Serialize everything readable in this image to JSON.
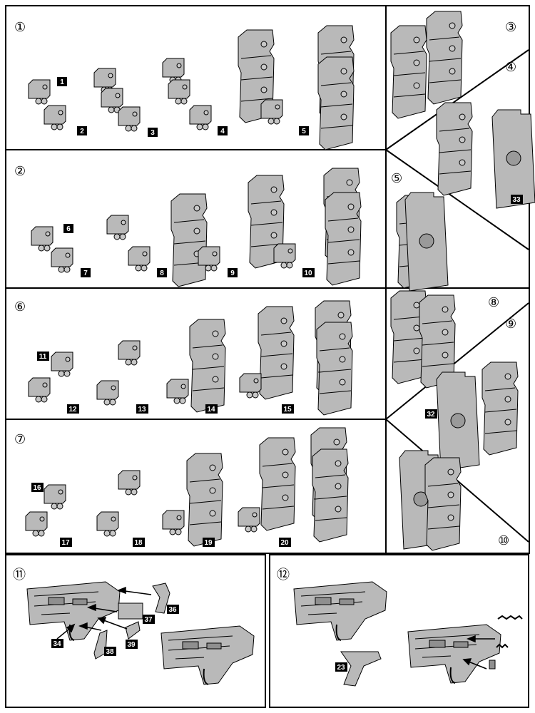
{
  "colors": {
    "part_fill": "#b9b9b9",
    "part_dark": "#8f8f8f",
    "line": "#000000",
    "badge_bg": "#000000",
    "badge_text": "#ffffff",
    "paper": "#ffffff"
  },
  "steps": {
    "s1": "①",
    "s2": "②",
    "s3": "③",
    "s4": "④",
    "s5": "⑤",
    "s6": "⑥",
    "s7": "⑦",
    "s8": "⑧",
    "s9": "⑨",
    "s10": "⑩",
    "s11": "⑪",
    "s12": "⑫"
  },
  "parts": {
    "p1": "1",
    "p2": "2",
    "p3": "3",
    "p4": "4",
    "p5": "5",
    "p6": "6",
    "p7": "7",
    "p8": "8",
    "p9": "9",
    "p10": "10",
    "p11": "11",
    "p12": "12",
    "p13": "13",
    "p14": "14",
    "p15": "15",
    "p16": "16",
    "p17": "17",
    "p18": "18",
    "p19": "19",
    "p20": "20",
    "p23": "23",
    "p32": "32",
    "p33": "33",
    "p34": "34",
    "p36": "36",
    "p37": "37",
    "p38": "38",
    "p39": "39"
  }
}
